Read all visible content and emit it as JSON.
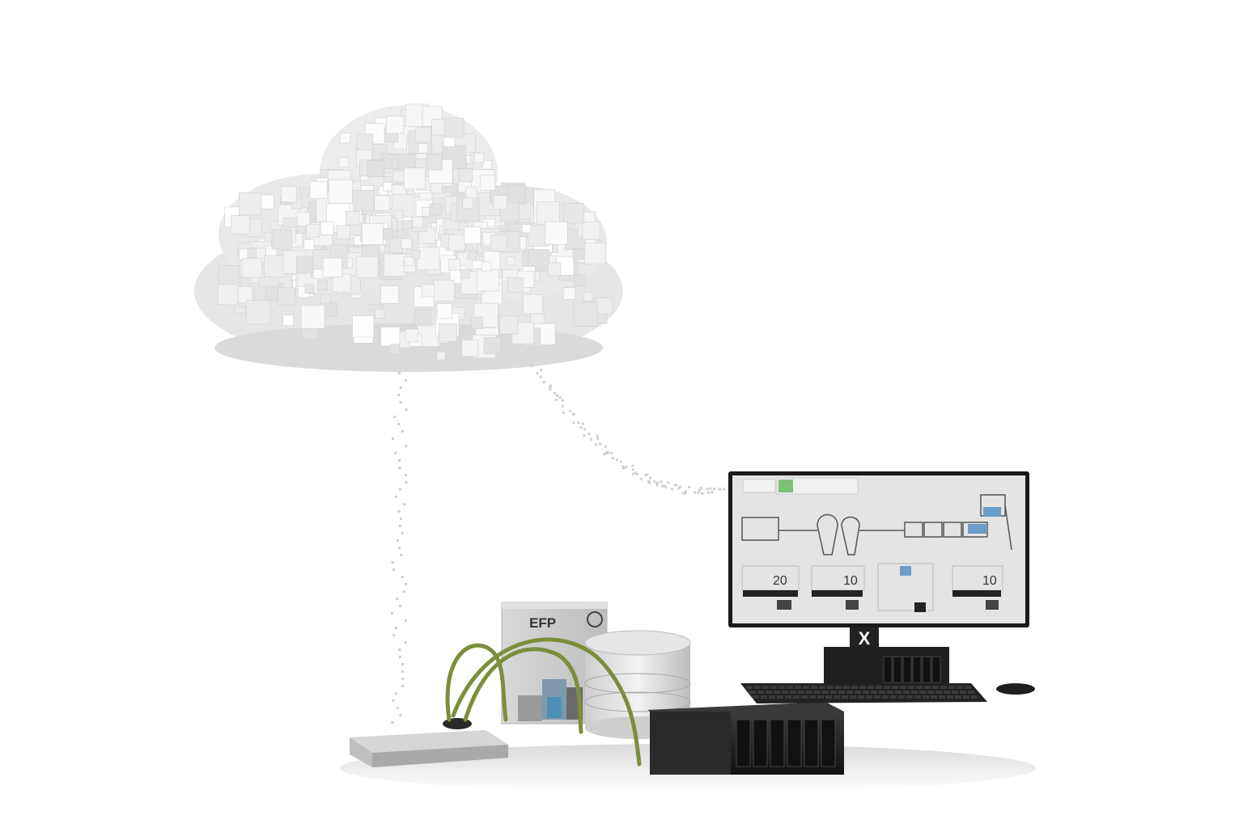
{
  "colors": {
    "background": "#ffffff",
    "cloud": "#e9e9e9",
    "cable": "#7a8f3a",
    "device_dark": "#1c1c1c",
    "device_light": "#cfcfcf",
    "screen_bg": "#e4e4e4",
    "accent_green": "#7cc07a",
    "accent_blue": "#6f9cc4"
  },
  "devices": {
    "efp_label": "EFP",
    "monitor_logo": "X"
  },
  "screen": {
    "gauges": [
      {
        "value": "20"
      },
      {
        "value": "10"
      },
      {
        "value": "10"
      }
    ]
  }
}
